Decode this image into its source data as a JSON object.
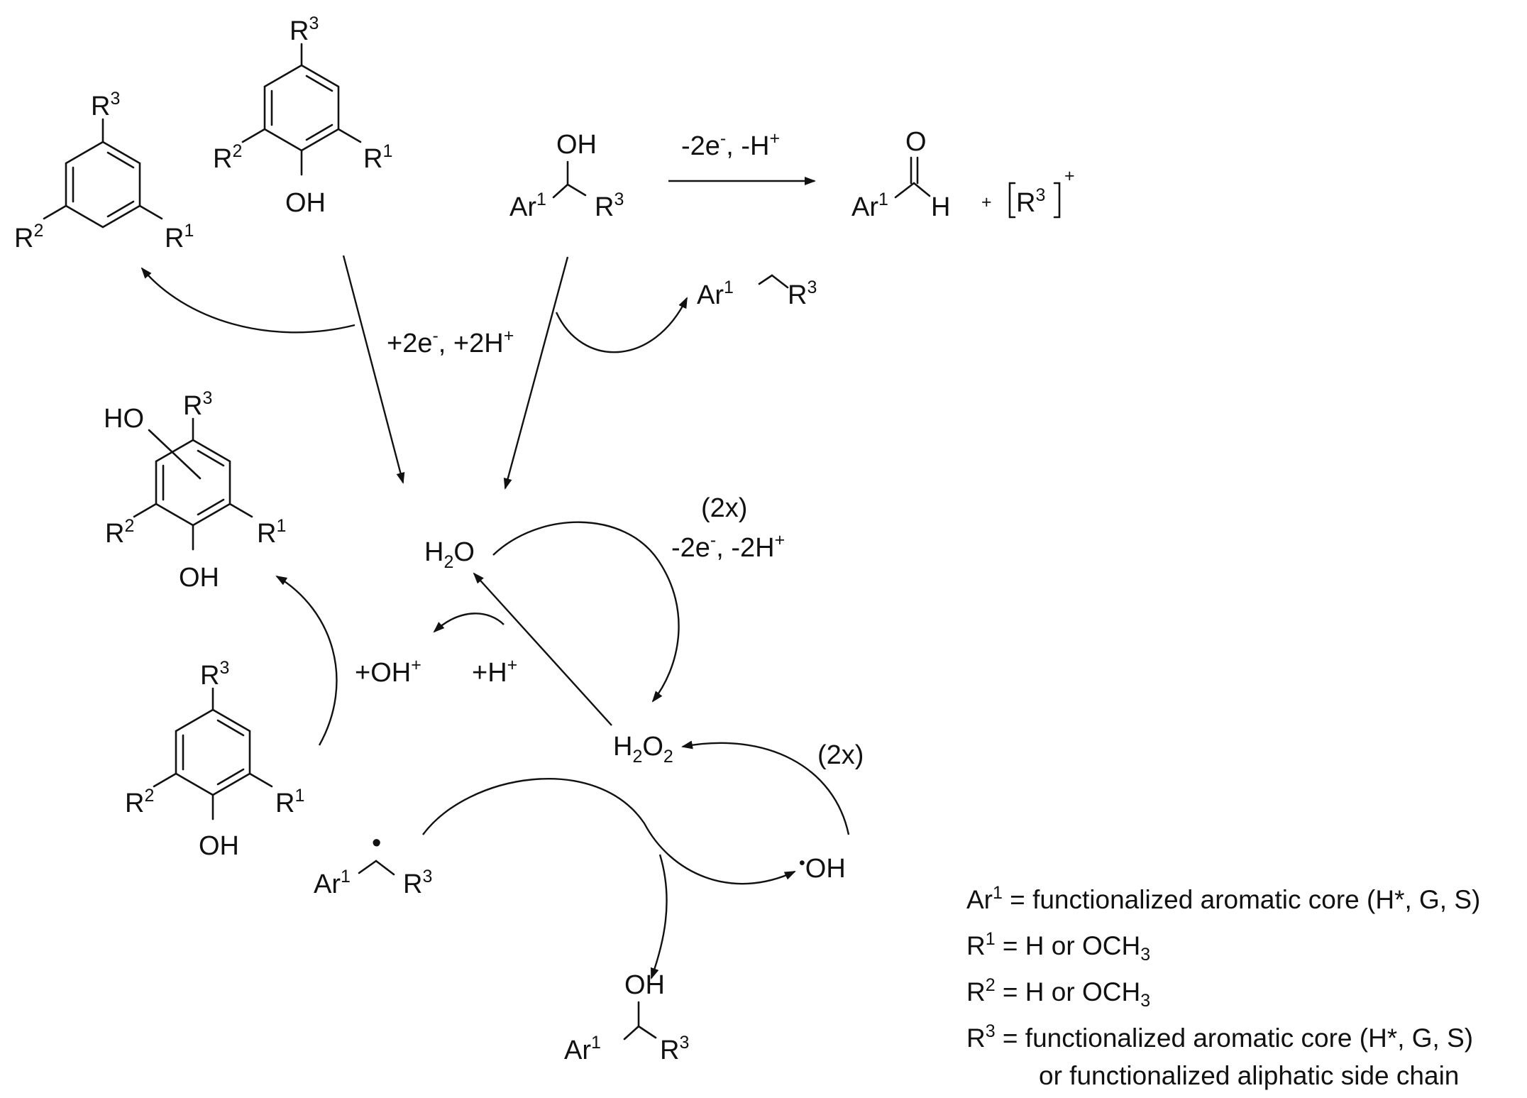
{
  "molecules": {
    "arene_top": {
      "r1": "R",
      "r1_sup": "1",
      "r2": "R",
      "r2_sup": "2",
      "r3": "R",
      "r3_sup": "3"
    },
    "phenol_top": {
      "r1": "R",
      "r1_sup": "1",
      "r2": "R",
      "r2_sup": "2",
      "r3": "R",
      "r3_sup": "3",
      "oh": "OH"
    },
    "alcohol_top": {
      "oh": "OH",
      "ar": "Ar",
      "ar_sup": "1",
      "r3": "R",
      "r3_sup": "3"
    },
    "aldehyde": {
      "o": "O",
      "ar": "Ar",
      "ar_sup": "1",
      "h": "H"
    },
    "plus": "+",
    "cation": {
      "r3": "R",
      "r3_sup": "3",
      "charge": "+"
    },
    "alkane": {
      "ar": "Ar",
      "ar_sup": "1",
      "r3": "R",
      "r3_sup": "3"
    },
    "catechol": {
      "ho": "HO",
      "r1": "R",
      "r1_sup": "1",
      "r2": "R",
      "r2_sup": "2",
      "r3": "R",
      "r3_sup": "3",
      "oh": "OH"
    },
    "water": {
      "h": "H",
      "sub": "2",
      "o": "O"
    },
    "peroxide": {
      "h": "H",
      "sub1": "2",
      "o": "O",
      "sub2": "2"
    },
    "phenol_bottom": {
      "r1": "R",
      "r1_sup": "1",
      "r2": "R",
      "r2_sup": "2",
      "r3": "R",
      "r3_sup": "3",
      "oh": "OH"
    },
    "radical": {
      "ar": "Ar",
      "ar_sup": "1",
      "r3": "R",
      "r3_sup": "3",
      "dot": "•"
    },
    "hydroxyl_radical": {
      "dot": "•",
      "oh": "OH"
    },
    "alcohol_bottom": {
      "oh": "OH",
      "ar": "Ar",
      "ar_sup": "1",
      "r3": "R",
      "r3_sup": "3"
    }
  },
  "reaction_labels": {
    "oxidation_top": {
      "a": "-2e",
      "a_sup": "-",
      "b": ", -H",
      "b_sup": "+"
    },
    "reduction": {
      "a": "+2e",
      "a_sup": "-",
      "b": ", +2H",
      "b_sup": "+"
    },
    "oxidation_cycle": {
      "mult": "(2x)",
      "a": "-2e",
      "a_sup": "-",
      "b": ", -2H",
      "b_sup": "+"
    },
    "hydroxylation": {
      "a": "+OH",
      "a_sup": "+"
    },
    "protonation": {
      "a": "+H",
      "a_sup": "+"
    },
    "radical_mult": "(2x)"
  },
  "legend": [
    {
      "sym": "Ar",
      "sup": "1",
      "text": " = functionalized aromatic core (H*, G, S)"
    },
    {
      "sym": "R",
      "sup": "1",
      "text": "  = H or OCH",
      "sub": "3"
    },
    {
      "sym": "R",
      "sup": "2",
      "text": "  = H or OCH",
      "sub": "3"
    },
    {
      "sym": "R",
      "sup": "3",
      "text": " = functionalized aromatic core (H*, G, S)"
    },
    {
      "text": "or functionalized aliphatic side chain"
    }
  ]
}
